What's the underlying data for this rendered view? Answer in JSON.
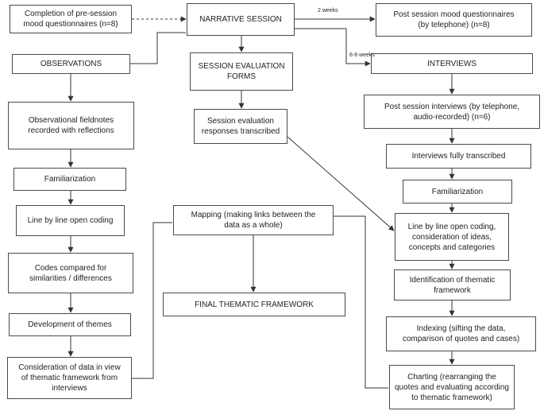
{
  "nodes": {
    "pre_session": "Completion of pre-session\nmood questionnaires (n=8)",
    "narrative": "NARRATIVE SESSION",
    "post_mood": "Post session mood questionnaires\n(by telephone) (n=8)",
    "observations": "OBSERVATIONS",
    "session_eval": "SESSION EVALUATION\nFORMS",
    "interviews": "INTERVIEWS",
    "fieldnotes": "Observational fieldnotes\nrecorded with reflections",
    "eval_transcribed": "Session evaluation\nresponses transcribed",
    "post_interviews": "Post session interviews (by telephone,\naudio-recorded) (n=6)",
    "fully_transcribed": "Interviews fully transcribed",
    "familiar_left": "Familiarization",
    "familiar_right": "Familiarization",
    "line_left": "Line by line open coding",
    "mapping": "Mapping (making links between the\ndata as a whole)",
    "line_right": "Line by line open coding,\nconsideration of ideas,\nconcepts and categories",
    "codes_compared": "Codes compared for\nsimilarities / differences",
    "identification": "Identification of thematic\nframework",
    "final": "FINAL THEMATIC FRAMEWORK",
    "dev_themes": "Development of themes",
    "indexing": "Indexing (sifting the data,\ncomparison of quotes and cases)",
    "consideration": "Consideration of data in view\nof thematic framework from\ninterviews",
    "charting": "Charting (rearranging the\nquotes and evaluating according\nto thematic framework)"
  },
  "edge_labels": {
    "two_weeks": "2 weeks",
    "six_eight_weeks": "6-8 weeks"
  }
}
